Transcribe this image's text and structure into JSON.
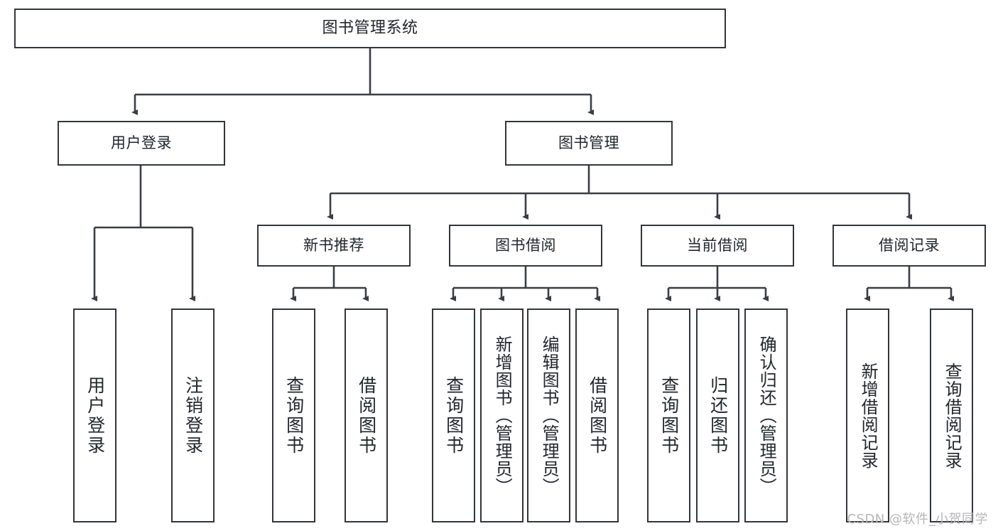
{
  "diagram": {
    "title": "图书管理系统",
    "type": "hierarchy-tree",
    "watermark": "CSDN @软件_小贺同学",
    "colors": {
      "box_border": "#32363c",
      "box_fill": "#ffffff",
      "connector": "#3a3e44",
      "text": "#22262b",
      "watermark": "#b6b6b6"
    },
    "nodes": {
      "root": {
        "label": "图书管理系统"
      },
      "level2": [
        {
          "label": "用户登录"
        },
        {
          "label": "图书管理"
        }
      ],
      "level3": [
        {
          "label": "新书推荐"
        },
        {
          "label": "图书借阅"
        },
        {
          "label": "当前借阅"
        },
        {
          "label": "借阅记录"
        }
      ],
      "leaves": {
        "user_login": [
          {
            "label": "用户登录"
          },
          {
            "label": "注销登录"
          }
        ],
        "new_book_recommend": [
          {
            "label": "查询图书"
          },
          {
            "label": "借阅图书"
          }
        ],
        "book_borrow": [
          {
            "label": "查询图书"
          },
          {
            "label": "新增图书（管理员）"
          },
          {
            "label": "编辑图书（管理员）"
          },
          {
            "label": "借阅图书"
          }
        ],
        "current_borrow": [
          {
            "label": "查询图书"
          },
          {
            "label": "归还图书"
          },
          {
            "label": "确认归还（管理员）"
          }
        ],
        "borrow_record": [
          {
            "label": "新增借阅记录"
          },
          {
            "label": "查询借阅记录"
          }
        ]
      }
    }
  }
}
